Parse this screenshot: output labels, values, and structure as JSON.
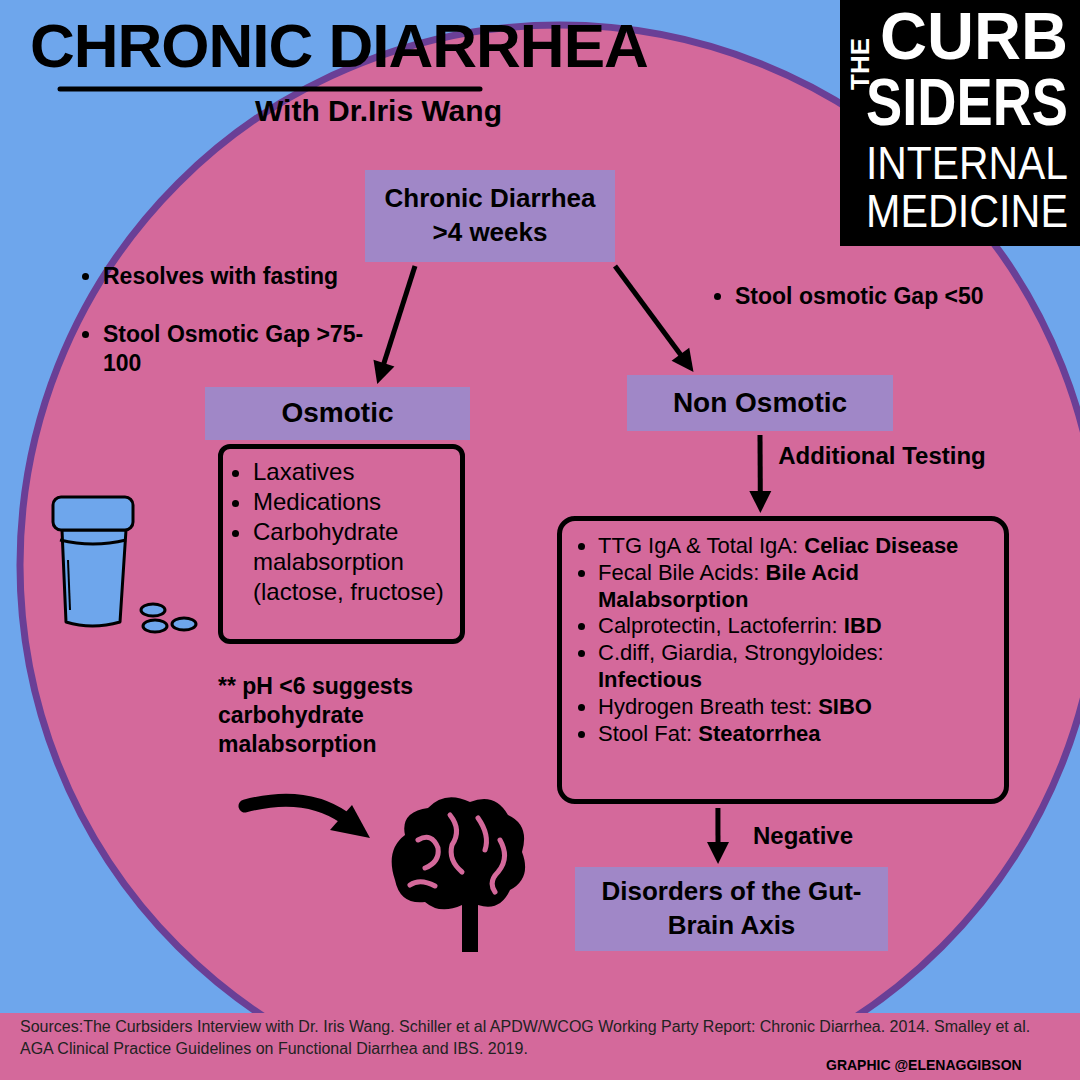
{
  "diagram": {
    "title": "CHRONIC DIARRHEA",
    "caption": "Sources:The Curbsiders Interview with Dr. Iris Wang. Schiller et al APDW/WCOG Working Party Report: Chronic Diarrhea. 2014. Smalley et al. AGA Clinical Practice Guidelines on Functional Diarrhea and IBS. 2019.",
    "nodes": [
      {
        "text": [
          "Chronic Diarrhea >4 weeks"
        ]
      },
      {
        "text": [
          "Osmotic"
        ]
      },
      {
        "text": [
          "Non Osmotic"
        ]
      },
      {
        "text": [
          "Laxatives",
          "Medications",
          "Carbohydrate malabsorption (lactose, fructose)"
        ]
      },
      {
        "text": [
          "TTG IgA & Total IgA: Celiac Disease",
          "Fecal Bile Acids: Bile Acid Malabsorption",
          "Calprotectin, Lactoferrin: IBD",
          "C.diff, Giardia, Strongyloides: Infectious",
          "Hydrogen Breath test: SIBO",
          "Stool Fat: Steatorrhea"
        ]
      },
      {
        "text": [
          "Disorders of the Gut-Brain Axis"
        ]
      }
    ],
    "edges": [
      {
        "from": 0,
        "to": 1,
        "arrow": "to"
      },
      {
        "from": 0,
        "to": 2,
        "arrow": "to"
      },
      {
        "from": 2,
        "to": 4,
        "label": "Additional Testing",
        "arrow": "to"
      },
      {
        "from": 4,
        "to": 5,
        "label": "Negative",
        "arrow": "to"
      }
    ],
    "labels": [
      "With Dr.Iris Wang",
      "THE",
      "CURB",
      "SIDERS",
      "INTERNAL",
      "MEDICINE",
      "Resolves with fasting",
      "Stool Osmotic Gap >75-100",
      "Stool osmotic Gap <50",
      "** pH <6 suggests carbohydrate malabsorption",
      "GRAPHIC @ELENAGGIBSON"
    ]
  }
}
